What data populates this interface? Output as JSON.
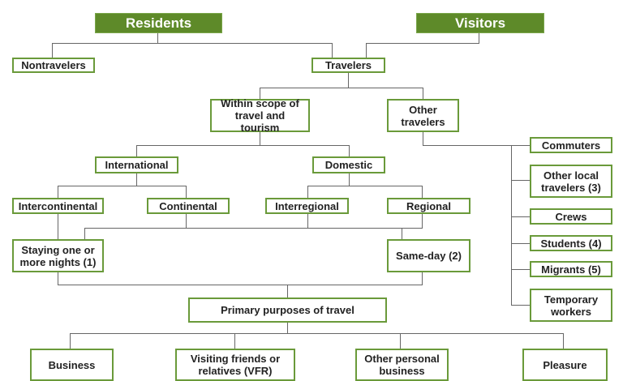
{
  "header": {
    "residents": "Residents",
    "visitors": "Visitors"
  },
  "level1": {
    "nontravelers": "Nontravelers",
    "travelers": "Travelers"
  },
  "level2": {
    "within_scope": "Within scope of travel and tourism",
    "other_travelers": "Other travelers"
  },
  "scope": {
    "international": "International",
    "domestic": "Domestic",
    "intercontinental": "Intercontinental",
    "continental": "Continental",
    "interregional": "Interregional",
    "regional": "Regional"
  },
  "duration": {
    "overnight": "Staying one or more nights (1)",
    "same_day": "Same-day (2)"
  },
  "purposes": {
    "title": "Primary purposes of travel",
    "items": [
      "Business",
      "Visiting friends or relatives (VFR)",
      "Other personal business",
      "Pleasure"
    ]
  },
  "other_travelers_list": [
    "Commuters",
    "Other local travelers (3)",
    "Crews",
    "Students (4)",
    "Migrants (5)",
    "Temporary workers"
  ],
  "colors": {
    "header_fill": "#5e8a29",
    "box_border": "#6a9a3a",
    "connector": "#666666"
  }
}
